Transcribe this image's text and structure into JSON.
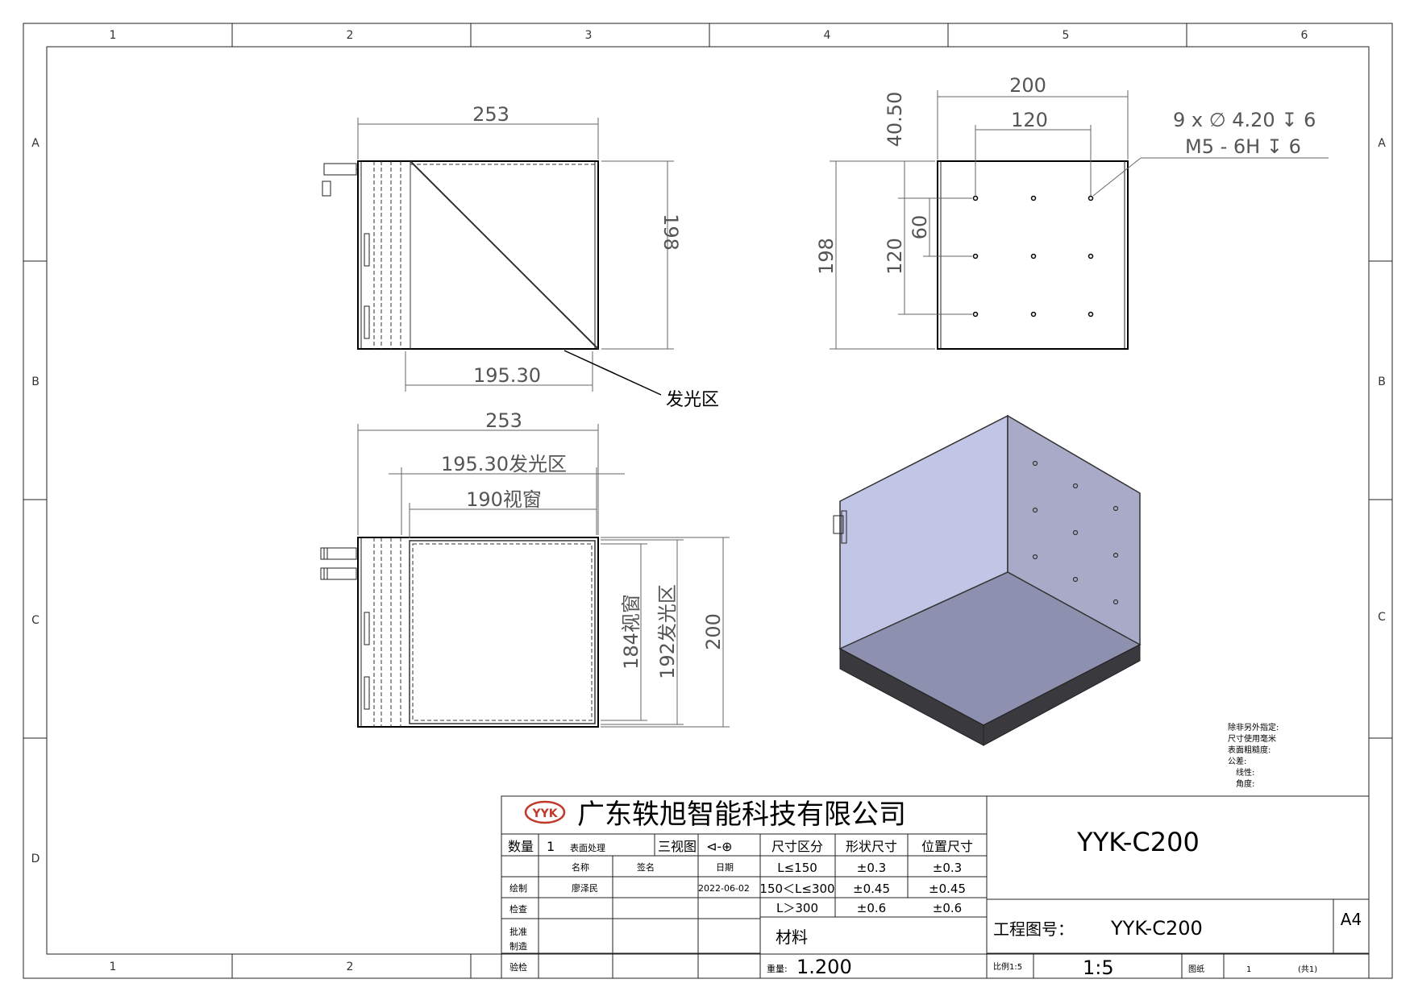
{
  "grid": {
    "columns": [
      "1",
      "2",
      "3",
      "4",
      "5",
      "6"
    ],
    "rows": [
      "A",
      "B",
      "C",
      "D"
    ]
  },
  "front_view": {
    "width_dim": "253",
    "height_dim": "198",
    "emit_dim": "195.30",
    "emit_callout": "发光区"
  },
  "side_view": {
    "width_200": "200",
    "width_120": "120",
    "height_198": "198",
    "height_120": "120",
    "offset_60": "60",
    "offset_4050": "40.50",
    "hole_note_1": "9 x ∅ 4.20 ↧ 6",
    "hole_note_2": "M5 - 6H ↧ 6"
  },
  "top_view": {
    "width_dim": "253",
    "emit_width": "195.30发光区",
    "window_width": "190视窗",
    "window_height": "184视窗",
    "emit_height": "192发光区",
    "height_dim": "200"
  },
  "notes": [
    "除非另外指定:",
    "尺寸使用毫米",
    "表面粗糙度:",
    "公差:",
    "线性:",
    "角度:"
  ],
  "title_block": {
    "logo_text": "YYK",
    "company": "广东轶旭智能科技有限公司",
    "qty_label": "数量",
    "qty_value": "1",
    "surface_label": "表面处理",
    "view_label": "三视图",
    "projection_symbol": "⊲-⊕",
    "name_label": "名称",
    "sign_label": "签名",
    "date_label": "日期",
    "draw_label": "绘制",
    "drawer": "廖泽民",
    "date": "2022-06-02",
    "check_label": "检查",
    "approve_label": "批准",
    "make_label": "制造",
    "inspect_label": "验检",
    "tol_headers": [
      "尺寸区分",
      "形状尺寸",
      "位置尺寸"
    ],
    "tol_rows": [
      [
        "L≤150",
        "±0.3",
        "±0.3"
      ],
      [
        "150＜L≤300",
        "±0.45",
        "±0.45"
      ],
      [
        "L＞300",
        "±0.6",
        "±0.6"
      ]
    ],
    "material_label": "材料",
    "weight_label": "重量:",
    "weight_value": "1.200",
    "drawing_title": "YYK-C200",
    "drawing_no_label": "工程图号：",
    "drawing_no": "YYK-C200",
    "paper_size": "A4",
    "scale_label": "比例1:5",
    "scale_value": "1:5",
    "sheet_label": "图纸",
    "sheet_no": "1",
    "sheet_total": "(共1)"
  },
  "colors": {
    "iso_right_face": "#a8aac8",
    "iso_left_face": "#c2c6e6",
    "iso_inner": "#8e90b0",
    "iso_bottom": "#3a3a3e"
  }
}
